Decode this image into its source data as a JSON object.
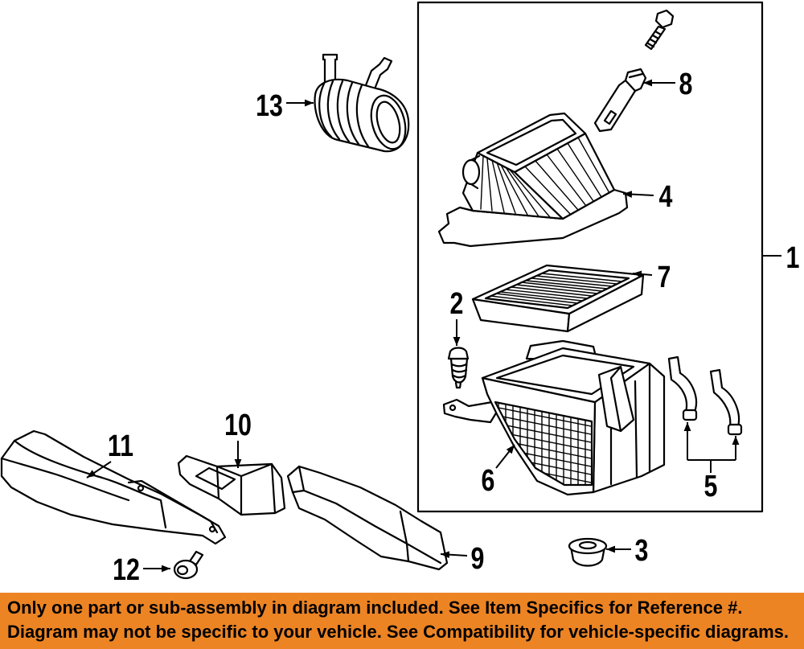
{
  "diagram": {
    "callouts": [
      "1",
      "2",
      "3",
      "4",
      "5",
      "6",
      "7",
      "8",
      "9",
      "10",
      "11",
      "12",
      "13"
    ]
  },
  "banner": {
    "line1": "Only one part or sub-assembly in diagram included. See Item Specifics for Reference #.",
    "line2": "Diagram may not be specific to your vehicle. See Compatibility for vehicle-specific diagrams."
  },
  "colors": {
    "background": "#FFFFFF",
    "line_art": "#000000",
    "banner_background": "#EC8424",
    "banner_text": "#000000"
  }
}
